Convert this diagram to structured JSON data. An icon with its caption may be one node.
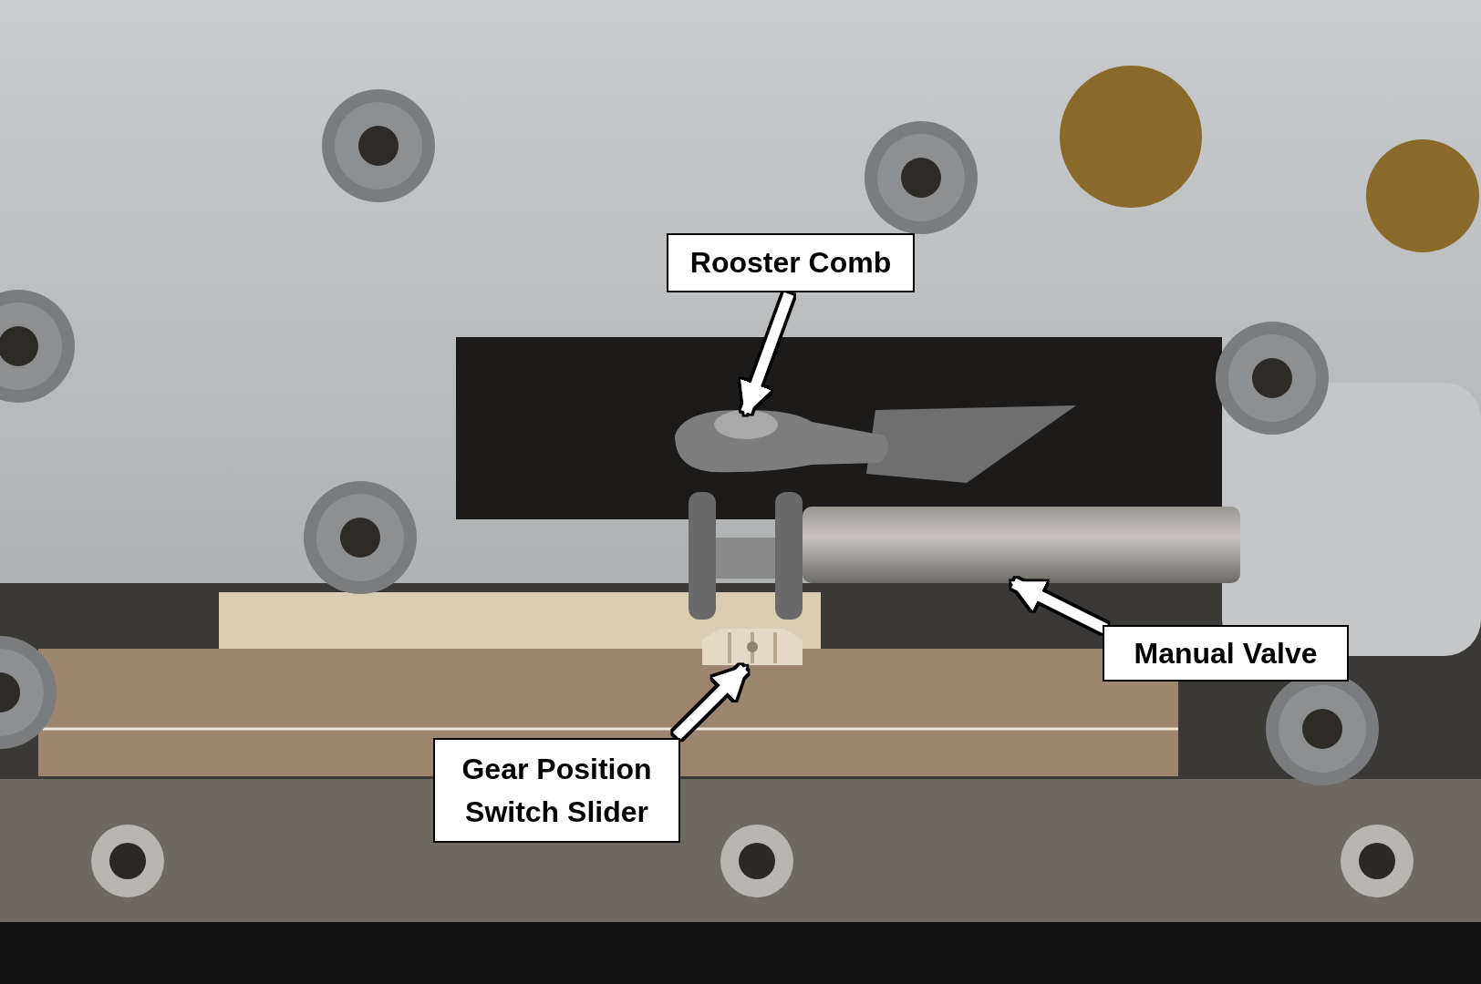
{
  "diagram": {
    "nodes": [
      {
        "text": [
          "Rooster Comb"
        ]
      },
      {
        "text": [],
        "shape": "picture"
      },
      {
        "text": [
          "Manual Valve"
        ]
      },
      {
        "text": [],
        "shape": "picture"
      },
      {
        "text": [
          "Gear Position Switch Slider"
        ]
      },
      {
        "text": [],
        "shape": "picture"
      }
    ],
    "edges": [
      {
        "from": 0,
        "to": 1,
        "arrow": "to"
      },
      {
        "from": 2,
        "to": 3,
        "arrow": "to"
      },
      {
        "from": 4,
        "to": 5,
        "arrow": "to"
      }
    ]
  }
}
